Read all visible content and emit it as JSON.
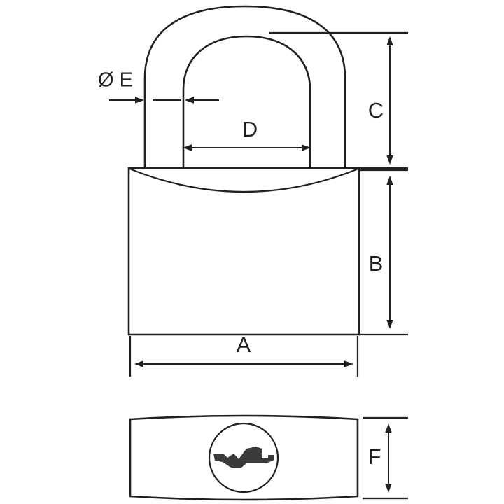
{
  "drawing": {
    "title": "Padlock dimension drawing",
    "subject": "padlock",
    "views": [
      {
        "id": "front-view",
        "name": "front elevation"
      },
      {
        "id": "bottom-view",
        "name": "bottom face with keyway"
      }
    ],
    "line_color": "#231f20",
    "background_color": "#ffffff",
    "keyway_fill": "#3a3a38"
  },
  "dimensions": {
    "a": {
      "label": "A",
      "description": "body width",
      "orientation": "horizontal"
    },
    "b": {
      "label": "B",
      "description": "body height",
      "orientation": "vertical"
    },
    "c": {
      "label": "C",
      "description": "shackle clearance height",
      "orientation": "vertical"
    },
    "d": {
      "label": "D",
      "description": "shackle inner width",
      "orientation": "horizontal"
    },
    "e": {
      "label": "Ø E",
      "description": "shackle diameter",
      "orientation": "horizontal"
    },
    "f": {
      "label": "F",
      "description": "body depth",
      "orientation": "vertical"
    }
  }
}
